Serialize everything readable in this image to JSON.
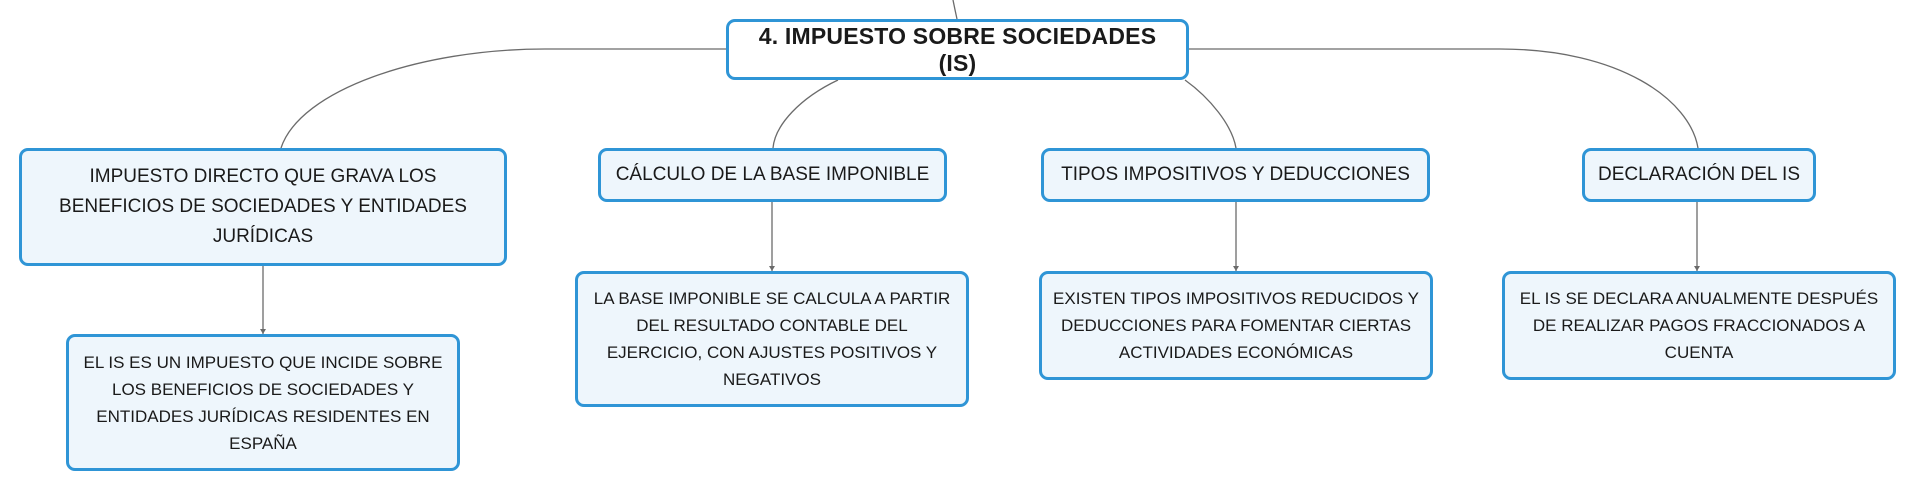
{
  "colors": {
    "node_border": "#2f95d6",
    "node_fill": "#eef6fc",
    "root_fill": "#ffffff",
    "connector": "#6b6b6b",
    "text": "#1a1a1a"
  },
  "root": {
    "label": "4. IMPUESTO SOBRE SOCIEDADES (IS)"
  },
  "branches": [
    {
      "label": "IMPUESTO DIRECTO QUE GRAVA LOS BENEFICIOS DE SOCIEDADES Y ENTIDADES JURÍDICAS",
      "detail": "EL IS ES UN IMPUESTO QUE INCIDE SOBRE LOS BENEFICIOS DE SOCIEDADES Y ENTIDADES JURÍDICAS RESIDENTES EN ESPAÑA"
    },
    {
      "label": "CÁLCULO DE LA BASE IMPONIBLE",
      "detail": "LA BASE IMPONIBLE SE CALCULA A PARTIR DEL RESULTADO CONTABLE DEL EJERCICIO, CON AJUSTES POSITIVOS Y NEGATIVOS"
    },
    {
      "label": "TIPOS IMPOSITIVOS Y DEDUCCIONES",
      "detail": "EXISTEN TIPOS IMPOSITIVOS REDUCIDOS Y DEDUCCIONES PARA FOMENTAR CIERTAS ACTIVIDADES ECONÓMICAS"
    },
    {
      "label": "DECLARACIÓN DEL IS",
      "detail": "EL IS SE DECLARA ANUALMENTE DESPUÉS DE REALIZAR PAGOS FRACCIONADOS A CUENTA"
    }
  ]
}
